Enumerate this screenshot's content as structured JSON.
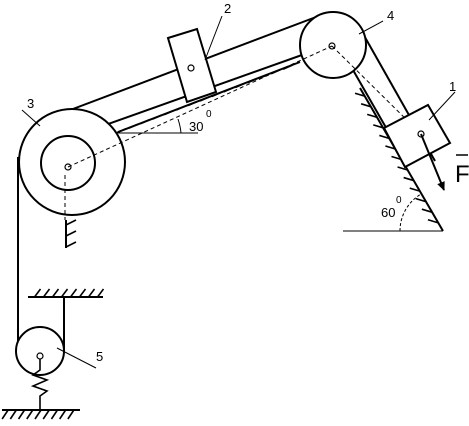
{
  "labels": {
    "body1": "1",
    "body2": "2",
    "body3": "3",
    "body4": "4",
    "body5": "5",
    "angle_left": "30",
    "angle_left_deg": "0",
    "angle_right": "60",
    "angle_right_deg": "0",
    "force": "F"
  },
  "colors": {
    "ink": "#000000",
    "background": "#ffffff"
  }
}
